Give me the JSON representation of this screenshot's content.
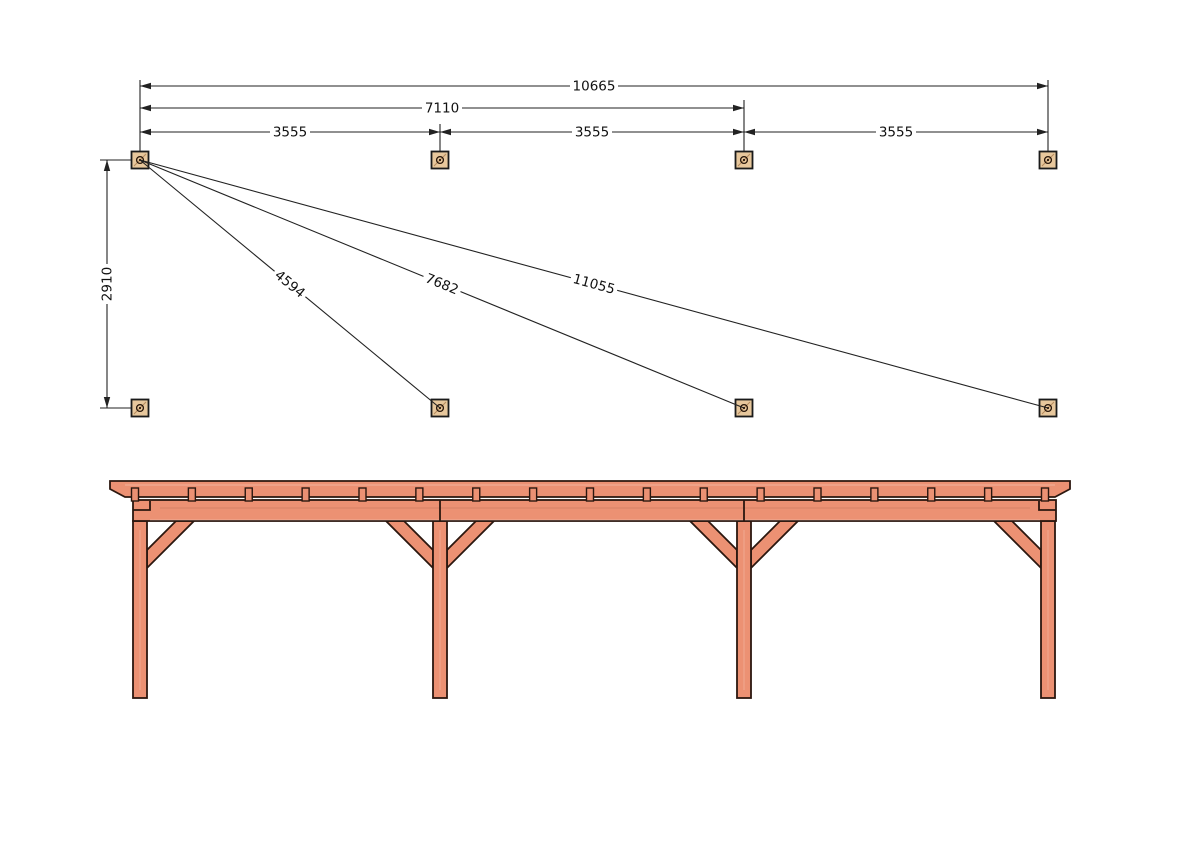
{
  "drawing_type": "pergola foundation plan and front elevation",
  "plan": {
    "rows": 2,
    "posts_per_row": 4,
    "dim_overall": "10665",
    "dim_two_bays": "7110",
    "dim_bays": [
      "3555",
      "3555",
      "3555"
    ],
    "dim_depth": "2910",
    "dim_diagonals": [
      "4594",
      "7682",
      "11055"
    ]
  },
  "elevation": {
    "post_count": 4,
    "rafter_tick_count": 17,
    "knee_brace_count": 6
  },
  "colors": {
    "background": "#ffffff",
    "wood": "#ec9173",
    "outline": "#2b170f",
    "plan_post_fill": "#e7c79c",
    "dim_line": "#222222",
    "text": "#111111"
  }
}
